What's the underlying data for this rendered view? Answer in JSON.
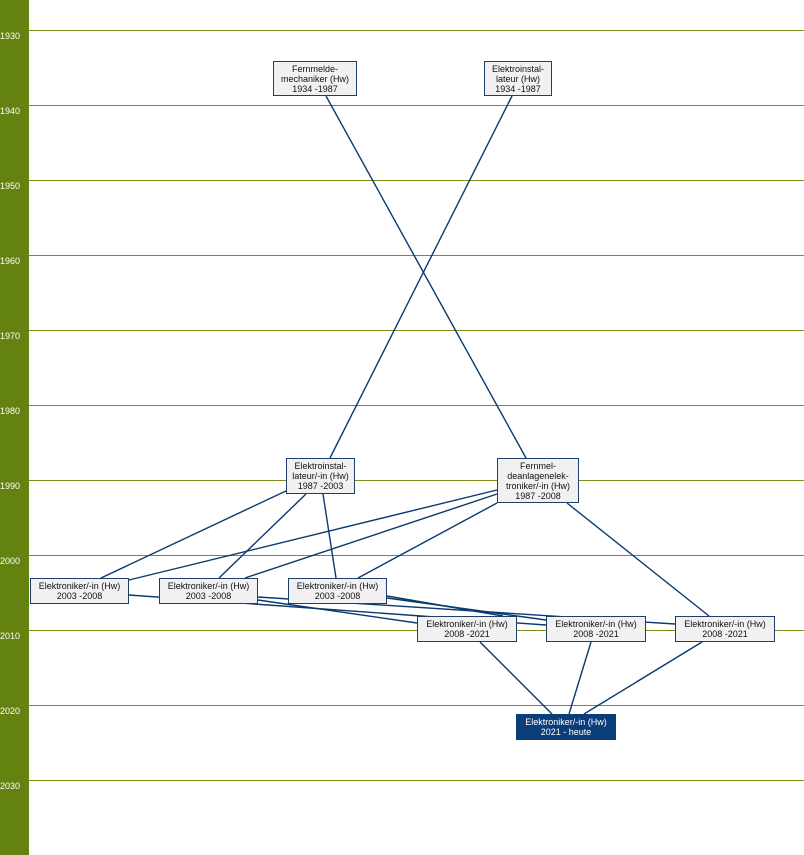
{
  "axis": {
    "years": [
      "1930",
      "1940",
      "1950",
      "1960",
      "1970",
      "1980",
      "1990",
      "2000",
      "2010",
      "2020",
      "2030"
    ],
    "color": "#64820f"
  },
  "nodes": [
    {
      "id": "fernmeldemechaniker",
      "lines": [
        "Fernmelde-",
        "mechaniker (Hw)"
      ],
      "period": "1934 -1987"
    },
    {
      "id": "elektroinstallateur-1934",
      "lines": [
        "Elektroinstal-",
        "lateur (Hw)"
      ],
      "period": "1934 -1987"
    },
    {
      "id": "elektroinstallateur-1987",
      "lines": [
        "Elektroinstal-",
        "lateur/-in (Hw)"
      ],
      "period": "1987 -2003"
    },
    {
      "id": "fernmeldeanlagenelektroniker",
      "lines": [
        "Fernmel-",
        "deanlagenelek-",
        "troniker/-in (Hw)"
      ],
      "period": "1987 -2008"
    },
    {
      "id": "elektroniker-2003-a",
      "lines": [
        "Elektroniker/-in (Hw)"
      ],
      "period": "2003 -2008"
    },
    {
      "id": "elektroniker-2003-b",
      "lines": [
        "Elektroniker/-in (Hw)"
      ],
      "period": "2003 -2008"
    },
    {
      "id": "elektroniker-2003-c",
      "lines": [
        "Elektroniker/-in (Hw)"
      ],
      "period": "2003 -2008"
    },
    {
      "id": "elektroniker-2008-a",
      "lines": [
        "Elektroniker/-in (Hw)"
      ],
      "period": "2008 -2021"
    },
    {
      "id": "elektroniker-2008-b",
      "lines": [
        "Elektroniker/-in (Hw)"
      ],
      "period": "2008 -2021"
    },
    {
      "id": "elektroniker-2008-c",
      "lines": [
        "Elektroniker/-in (Hw)"
      ],
      "period": "2008 -2021"
    },
    {
      "id": "elektroniker-2021",
      "lines": [
        "Elektroniker/-in (Hw)"
      ],
      "period": "2021 - heute",
      "current": true
    }
  ],
  "edges": [
    [
      "fernmeldemechaniker",
      "fernmeldeanlagenelektroniker"
    ],
    [
      "elektroinstallateur-1934",
      "elektroinstallateur-1987"
    ],
    [
      "elektroinstallateur-1987",
      "elektroniker-2003-a"
    ],
    [
      "elektroinstallateur-1987",
      "elektroniker-2003-b"
    ],
    [
      "elektroinstallateur-1987",
      "elektroniker-2003-c"
    ],
    [
      "fernmeldeanlagenelektroniker",
      "elektroniker-2003-a"
    ],
    [
      "fernmeldeanlagenelektroniker",
      "elektroniker-2003-b"
    ],
    [
      "fernmeldeanlagenelektroniker",
      "elektroniker-2003-c"
    ],
    [
      "fernmeldeanlagenelektroniker",
      "elektroniker-2008-c"
    ],
    [
      "elektroniker-2003-a",
      "elektroniker-2008-b"
    ],
    [
      "elektroniker-2003-b",
      "elektroniker-2008-a"
    ],
    [
      "elektroniker-2003-b",
      "elektroniker-2008-c"
    ],
    [
      "elektroniker-2003-c",
      "elektroniker-2008-a"
    ],
    [
      "elektroniker-2003-c",
      "elektroniker-2008-b"
    ],
    [
      "elektroniker-2008-a",
      "elektroniker-2021"
    ],
    [
      "elektroniker-2008-b",
      "elektroniker-2021"
    ],
    [
      "elektroniker-2008-c",
      "elektroniker-2021"
    ]
  ],
  "colors": {
    "edge": "#0b3a6e",
    "current_node": "#0a3d7a",
    "node_fill": "#f1f1f1"
  }
}
